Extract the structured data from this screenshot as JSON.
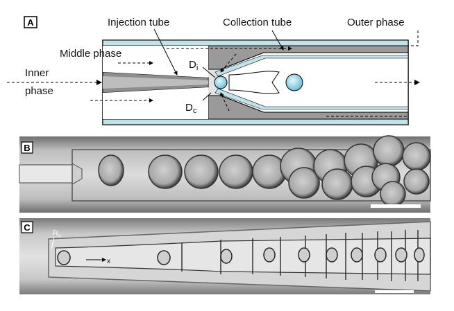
{
  "panels": {
    "a": {
      "tag": "A",
      "labels": {
        "injection_tube": "Injection tube",
        "collection_tube": "Collection tube",
        "outer_phase": "Outer phase",
        "middle_phase": "Middle phase",
        "inner_phase_line1": "Inner",
        "inner_phase_line2": "phase",
        "di_main": "D",
        "di_sub": "i",
        "dc_main": "D",
        "dc_sub": "c"
      }
    },
    "b": {
      "tag": "B"
    },
    "c": {
      "tag": "C",
      "labels": {
        "ro_main": "R",
        "ro_sub": "o",
        "x_axis": "x"
      }
    }
  },
  "colors": {
    "glass": "#bfe3ea",
    "tube_wall": "#8a8a8a",
    "middle_fluid": "#d4d4d4",
    "droplet": "#8fd3e6"
  }
}
